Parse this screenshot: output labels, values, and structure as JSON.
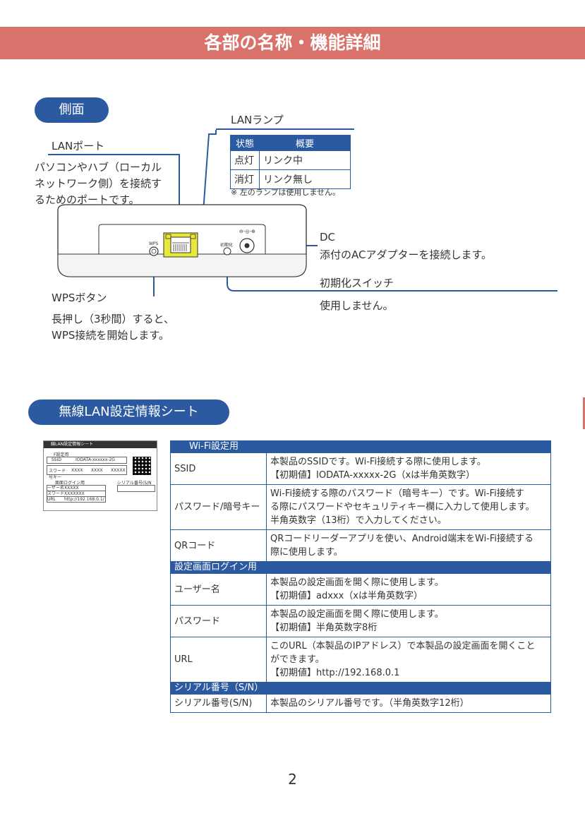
{
  "header": {
    "title": "各部の名称・機能詳細"
  },
  "section1": {
    "pill": "側面",
    "lan_port": {
      "title": "LANポート",
      "desc": [
        "パソコンやハブ（ローカル",
        "ネットワーク側）を接続す",
        "るためのポートです。"
      ]
    },
    "lan_lamp": {
      "title": "LANランプ",
      "head": [
        "状態",
        "概要"
      ],
      "rows": [
        [
          "点灯",
          "リンク中"
        ],
        [
          "消灯",
          "リンク無し"
        ]
      ],
      "note": "※ 左のランプは使用しません。"
    },
    "device": {
      "wps_label": "WPS",
      "init_label": "初期化",
      "dc_symbol": "⊖-◎-⊕"
    },
    "dc": {
      "title": "DC",
      "desc": "添付のACアダプターを接続します。"
    },
    "init": {
      "title": "初期化スイッチ",
      "desc": "使用しません。"
    },
    "wps": {
      "title": "WPSボタン",
      "desc": [
        "長押し（3秒間）すると、",
        "WPS接続を開始します。"
      ]
    }
  },
  "section2": {
    "pill": "無線LAN設定情報シート",
    "thumb": {
      "title": "線LAN設定情報シート",
      "sub": "F設定用",
      "ssid_label": "SSID",
      "ssid_value": "IODATA-xxxxxx-2G",
      "pw_label": "スワード 号キー",
      "pw_values": [
        "XXXX",
        "XXXX",
        "XXXXX"
      ],
      "login_label": "面面ログイン用",
      "serial_label": "シリアル番号(S/N",
      "user_label": "ーザー名",
      "user_value": "XXXXX",
      "pass_label": "スワード",
      "pass_value": "XXXXXXX",
      "url_label": "URL",
      "url_value": "http://192.168.0.1/"
    },
    "table": [
      {
        "section": "Wi-Fi設定用"
      },
      {
        "key": "SSID",
        "value": [
          "本製品のSSIDです。Wi-Fi接続する際に使用します。",
          "【初期値】IODATA-xxxxx-2G（xは半角英数字）"
        ]
      },
      {
        "key": "パスワード/暗号キー",
        "value": [
          "Wi-Fi接続する際のパスワード（暗号キー）です。Wi-Fi接続す",
          "る際にパスワードやセキュリティキー欄に入力して使用します。",
          "半角英数字（13桁）で入力してください。"
        ]
      },
      {
        "key": "QRコード",
        "value": [
          "QRコードリーダーアプリを使い、Android端末をWi-Fi接続する",
          "際に使用します。"
        ]
      },
      {
        "section": "設定画面ログイン用"
      },
      {
        "key": "ユーザー名",
        "value": [
          "本製品の設定画面を開く際に使用します。",
          "【初期値】adxxx（xは半角英数字）"
        ]
      },
      {
        "key": "パスワード",
        "value": [
          "本製品の設定画面を開く際に使用します。",
          "【初期値】半角英数字8桁"
        ]
      },
      {
        "key": "URL",
        "value": [
          "このURL（本製品のIPアドレス）で本製品の設定画面を開くこと",
          "ができます。",
          "【初期値】http://192.168.0.1"
        ]
      },
      {
        "section": "シリアル番号（S/N）"
      },
      {
        "key": "シリアル番号(S/N)",
        "value": [
          "本製品のシリアル番号です。（半角英数字12桁）"
        ]
      }
    ]
  },
  "footer": {
    "page_number": "2"
  }
}
